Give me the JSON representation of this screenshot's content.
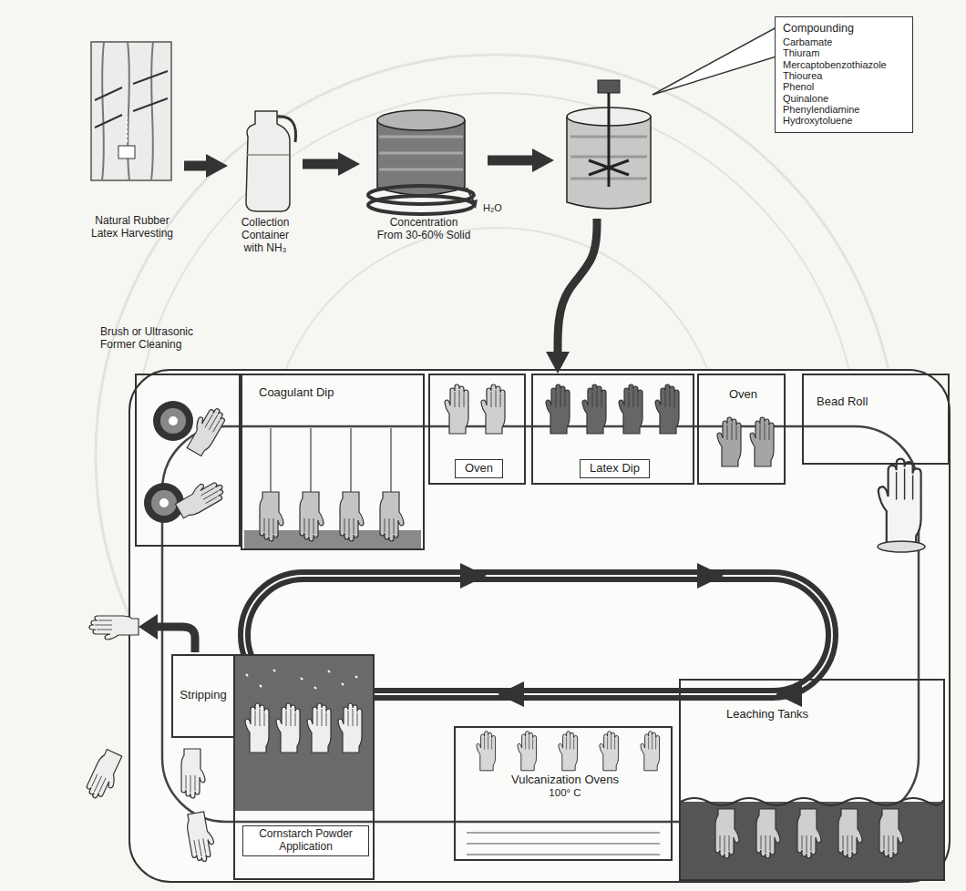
{
  "diagram": {
    "nodes": [
      {
        "text": [
          "Natural Rubber Latex Harvesting"
        ]
      },
      {
        "text": [
          "Collection Container with NH₃"
        ]
      },
      {
        "text": [
          "Concentration From 30-60% Solid"
        ]
      },
      {
        "text": [
          "Compounding",
          "Carbamate",
          "Thiuram",
          "Mercaptobenzothiazole",
          "Thiourea",
          "Phenol",
          "Quinalone",
          "Phenylendiamine",
          "Hydroxytoluene"
        ]
      },
      {
        "text": [
          "Brush or Ultrasonic Former Cleaning"
        ]
      },
      {
        "text": [
          "Coagulant Dip"
        ]
      },
      {
        "text": [
          "Oven"
        ]
      },
      {
        "text": [
          "Latex Dip"
        ]
      },
      {
        "text": [
          "Oven"
        ]
      },
      {
        "text": [
          "Bead Roll"
        ]
      },
      {
        "text": [
          "Leaching Tanks"
        ]
      },
      {
        "text": [
          "Vulcanization Ovens",
          "100° C"
        ]
      },
      {
        "text": [
          "Cornstarch Powder Application"
        ]
      },
      {
        "text": [
          "Stripping"
        ]
      }
    ],
    "edges": [
      {
        "from": 0,
        "to": 1,
        "arrow": "to"
      },
      {
        "from": 1,
        "to": 2,
        "arrow": "to"
      },
      {
        "from": 2,
        "to": 3,
        "arrow": "to"
      },
      {
        "from": 3,
        "to": 7,
        "arrow": "to"
      }
    ],
    "labels": [
      "H₂O"
    ]
  }
}
